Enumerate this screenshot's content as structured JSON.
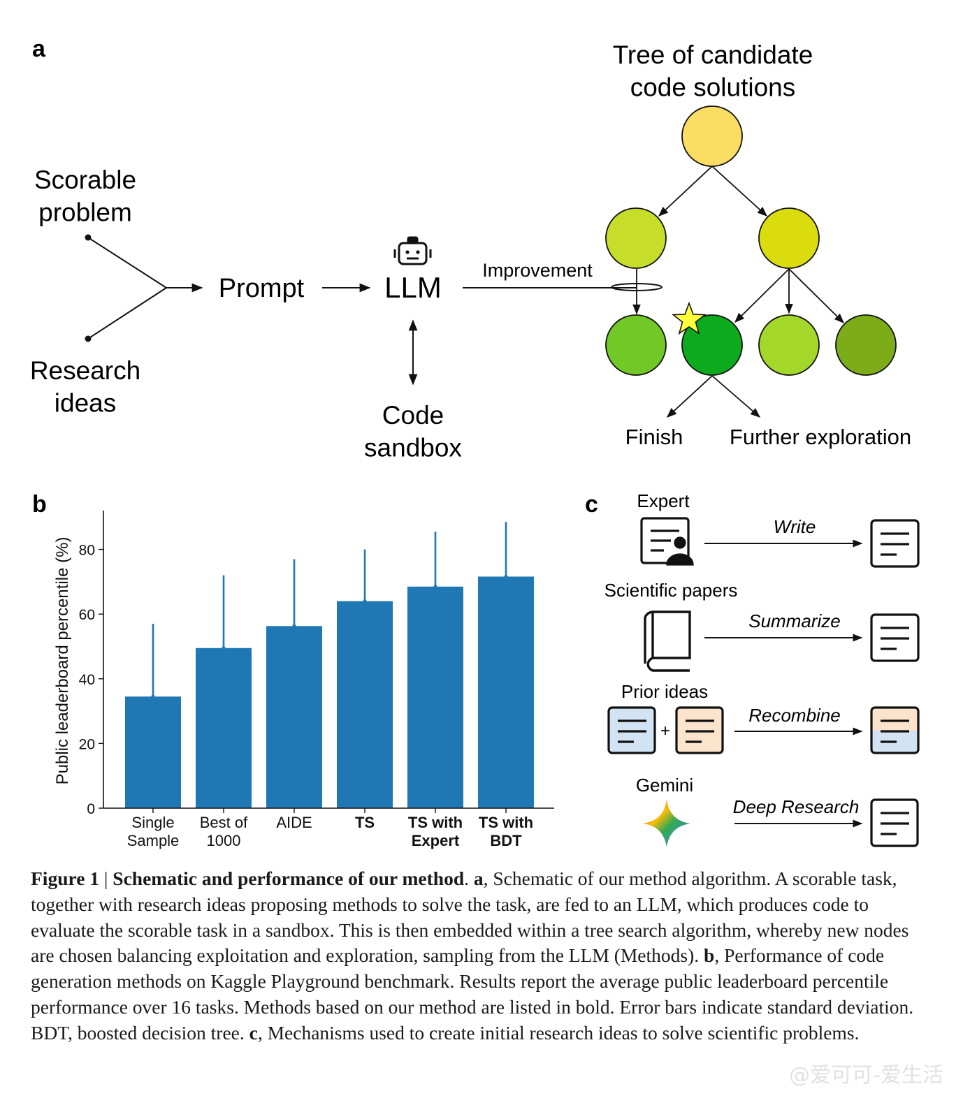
{
  "panel_a": {
    "letter": "a",
    "inputs": [
      "Scorable\nproblem",
      "Research\nideas"
    ],
    "prompt": "Prompt",
    "llm": "LLM",
    "sandbox": "Code\nsandbox",
    "improvement": "Improvement",
    "tree_title": "Tree of candidate\ncode solutions",
    "finish": "Finish",
    "further": "Further exploration",
    "icons": [
      "robot-icon",
      "star-icon"
    ],
    "node_colors": [
      "#fbdd63",
      "#c6dd2a",
      "#dbdc0d",
      "#71c826",
      "#0bab1d",
      "#a3d82a",
      "#7cad19"
    ]
  },
  "panel_b": {
    "letter": "b",
    "bar_color": "#1f77b4"
  },
  "chart_data": {
    "type": "bar",
    "categories": [
      "Single\nSample",
      "Best of\n1000",
      "AIDE",
      "TS",
      "TS with\nExpert",
      "TS with\nBDT"
    ],
    "bold_categories": [
      false,
      false,
      false,
      true,
      true,
      true
    ],
    "values": [
      34.5,
      49.5,
      56.3,
      64.0,
      68.5,
      71.6
    ],
    "error_upper": [
      57.0,
      72.0,
      77.0,
      80.0,
      85.5,
      88.5
    ],
    "ylabel": "Public leaderboard percentile (%)",
    "yticks": [
      0,
      20,
      40,
      60,
      80
    ],
    "ylim": [
      0,
      92
    ]
  },
  "panel_c": {
    "letter": "c",
    "rows": [
      {
        "source": "Expert",
        "action": "Write",
        "icon": "expert-document-icon"
      },
      {
        "source": "Scientific papers",
        "action": "Summarize",
        "icon": "book-icon"
      },
      {
        "source": "Prior ideas",
        "action": "Recombine",
        "icon": "documents-recombine-icon"
      },
      {
        "source": "Gemini",
        "action": "Deep Research",
        "icon": "gemini-sparkle-icon"
      }
    ],
    "plus": "+",
    "colors": {
      "blue_doc": "#d2e3f4",
      "orange_doc": "#fbe3cc"
    }
  },
  "caption": {
    "fig_label": "Figure 1",
    "sep": " | ",
    "title": "Schematic and performance of our method",
    "a_label": "a",
    "a_text": ", Schematic of our method algorithm. A scorable task, together with research ideas proposing methods to solve the task, are fed to an LLM, which produces code to evaluate the scorable task in a sandbox. This is then embedded within a tree search algorithm, whereby new nodes are chosen balancing exploitation and exploration, sampling from the LLM (Methods). ",
    "b_label": "b",
    "b_text": ", Performance of code generation methods on Kaggle Playground benchmark. Results report the average public leaderboard percentile performance over 16 tasks. Methods based on our method are listed in bold. Error bars indicate standard deviation. BDT, boosted decision tree. ",
    "c_label": "c",
    "c_text": ", Mechanisms used to create initial research ideas to solve scientific problems."
  },
  "watermark": "@爱可可-爱生活"
}
